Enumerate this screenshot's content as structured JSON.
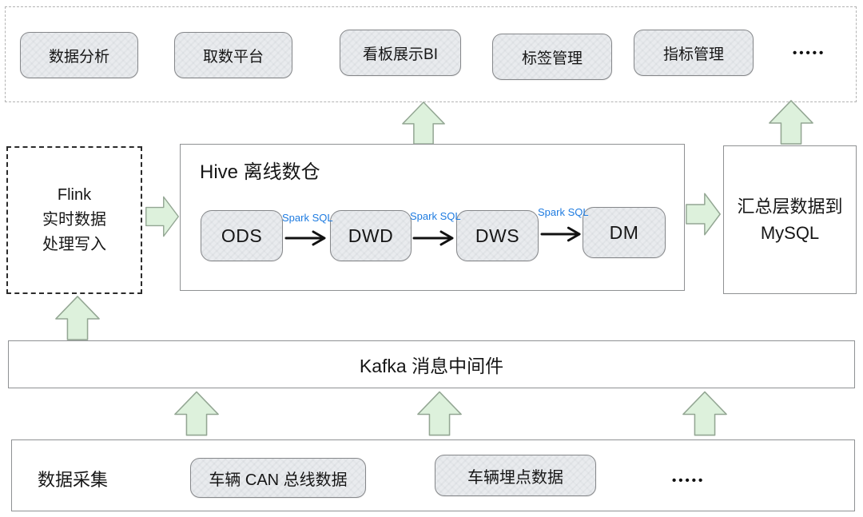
{
  "colors": {
    "arrow_fill": "#ddf1dc",
    "arrow_stroke": "#93a693",
    "box_fill": "#e9ebee",
    "box_border": "#85878a",
    "spark_label_color": "#1e7be0"
  },
  "app_layer": {
    "items": [
      "数据分析",
      "取数平台",
      "看板展示BI",
      "标签管理",
      "指标管理"
    ],
    "ellipsis": "•••••"
  },
  "flink": {
    "line1": "Flink",
    "line2": "实时数据",
    "line3": "处理写入"
  },
  "hive": {
    "title": "Hive 离线数仓",
    "stages": [
      "ODS",
      "DWD",
      "DWS",
      "DM"
    ],
    "arrow_label": "Spark SQL"
  },
  "mysql": {
    "line1": "汇总层数据到",
    "line2": "MySQL"
  },
  "kafka": {
    "label": "Kafka 消息中间件"
  },
  "collection": {
    "title": "数据采集",
    "items": [
      "车辆 CAN 总线数据",
      "车辆埋点数据"
    ],
    "ellipsis": "•••••"
  }
}
